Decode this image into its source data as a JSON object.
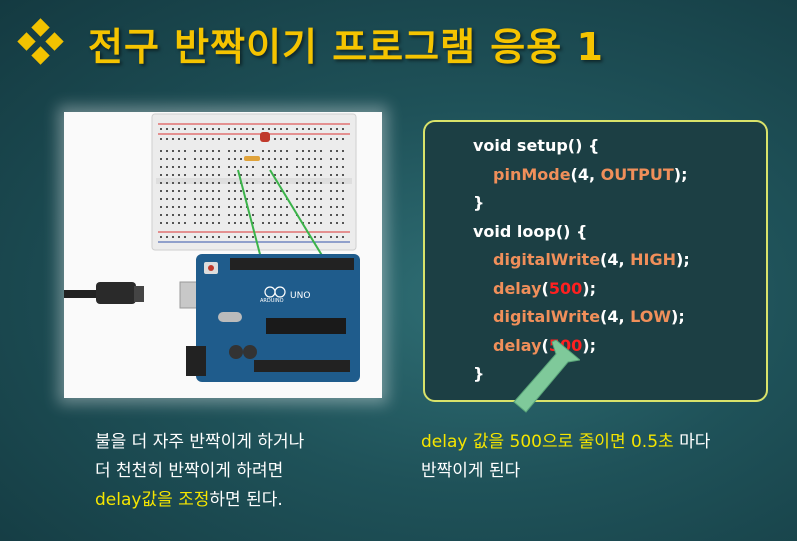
{
  "slide": {
    "title": "전구 반짝이기 프로그램 응용 1"
  },
  "figure": {
    "board_logo": "UNO",
    "board_brand": "ARDUINO"
  },
  "code": {
    "line1": "void setup() {",
    "line2_fn": "pinMode",
    "line2_open": "(4, ",
    "line2_arg": "OUTPUT",
    "line2_close": ");",
    "line3": "}",
    "line4": "void loop() {",
    "line5_fn": "digitalWrite",
    "line5_open": "(4, ",
    "line5_arg": "HIGH",
    "line5_close": ");",
    "line6_fn": "delay",
    "line6_open": "(",
    "line6_num": "500",
    "line6_close": ");",
    "line7_fn": "digitalWrite",
    "line7_open": "(4, ",
    "line7_arg": "LOW",
    "line7_close": ");",
    "line8_fn": "delay",
    "line8_open": "(",
    "line8_num": "500",
    "line8_close": ");",
    "line9": "}"
  },
  "caption_left": {
    "line1": "불을 더 자주 반짝이게 하거나",
    "line2": "더 천천히 반짝이게 하려면",
    "line3_hl1": "delay값을 조정",
    "line3_rest": "하면 된다."
  },
  "caption_right": {
    "line1_hl1": "delay 값을 500으로 줄이면 0.5초",
    "line1_rest": " 마다",
    "line2": "반짝이게 된다"
  },
  "colors": {
    "title": "#f5c400",
    "code_fn": "#f08f5a",
    "code_num": "#ff2020",
    "highlight": "#f5e500",
    "box_border": "#d9e36a",
    "arrow": "#7fc99a"
  }
}
